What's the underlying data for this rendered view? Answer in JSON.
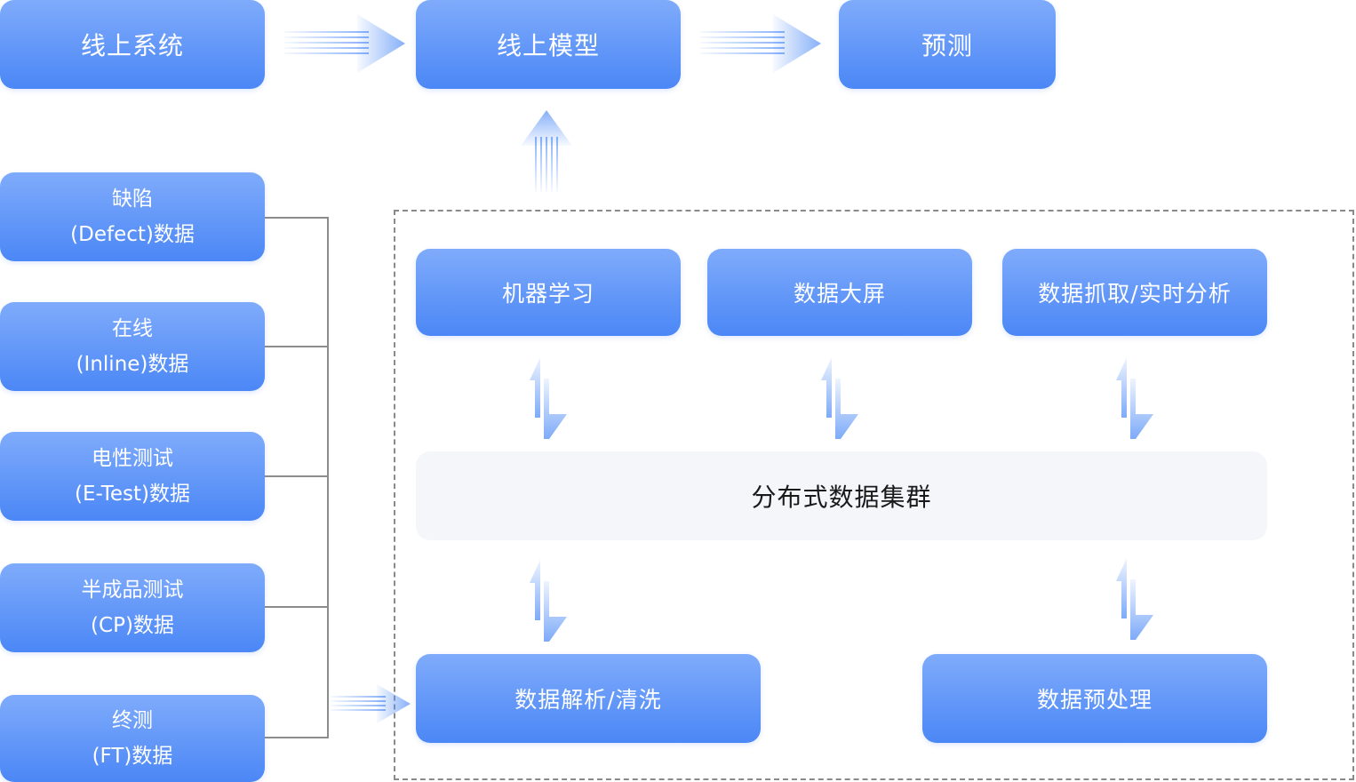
{
  "top_row": {
    "online_system": "线上系统",
    "online_model": "线上模型",
    "prediction": "预测"
  },
  "sources": [
    {
      "line1": "缺陷",
      "line2": "(Defect)数据"
    },
    {
      "line1": "在线",
      "line2": "(Inline)数据"
    },
    {
      "line1": "电性测试",
      "line2": "(E-Test)数据"
    },
    {
      "line1": "半成品测试",
      "line2": "(CP)数据"
    },
    {
      "line1": "终测",
      "line2": "(FT)数据"
    }
  ],
  "platform": {
    "machine_learning": "机器学习",
    "data_dashboard": "数据大屏",
    "data_capture_analysis": "数据抓取/实时分析",
    "distributed_cluster": "分布式数据集群",
    "data_parsing_cleaning": "数据解析/清洗",
    "data_preprocessing": "数据预处理"
  },
  "colors": {
    "box_gradient_top": "#7fabfb",
    "box_gradient_bottom": "#4b87f6",
    "box_text": "#ffffff",
    "cluster_bg": "#f4f6fa",
    "cluster_text": "#1a1a1a",
    "arrow": "#5d95f7",
    "connector": "#8c8c8c",
    "dashed_border": "#8a8a8a"
  }
}
